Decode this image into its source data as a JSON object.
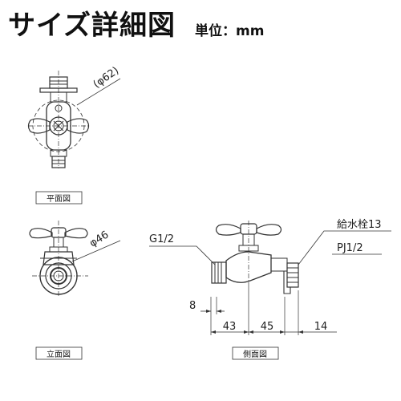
{
  "header": {
    "title": "サイズ詳細図",
    "unit": "単位：mm"
  },
  "views": {
    "plan": "平面図",
    "front": "立面図",
    "side": "側面図"
  },
  "dimensions": {
    "plan_dia": "(φ62)",
    "front_dia": "φ46",
    "thread_inlet": "G1/2",
    "thread_outlet": "PJ1/2",
    "outlet_name": "給水栓13",
    "dim_8": "8",
    "dim_43": "43",
    "dim_45": "45",
    "dim_14": "14"
  }
}
